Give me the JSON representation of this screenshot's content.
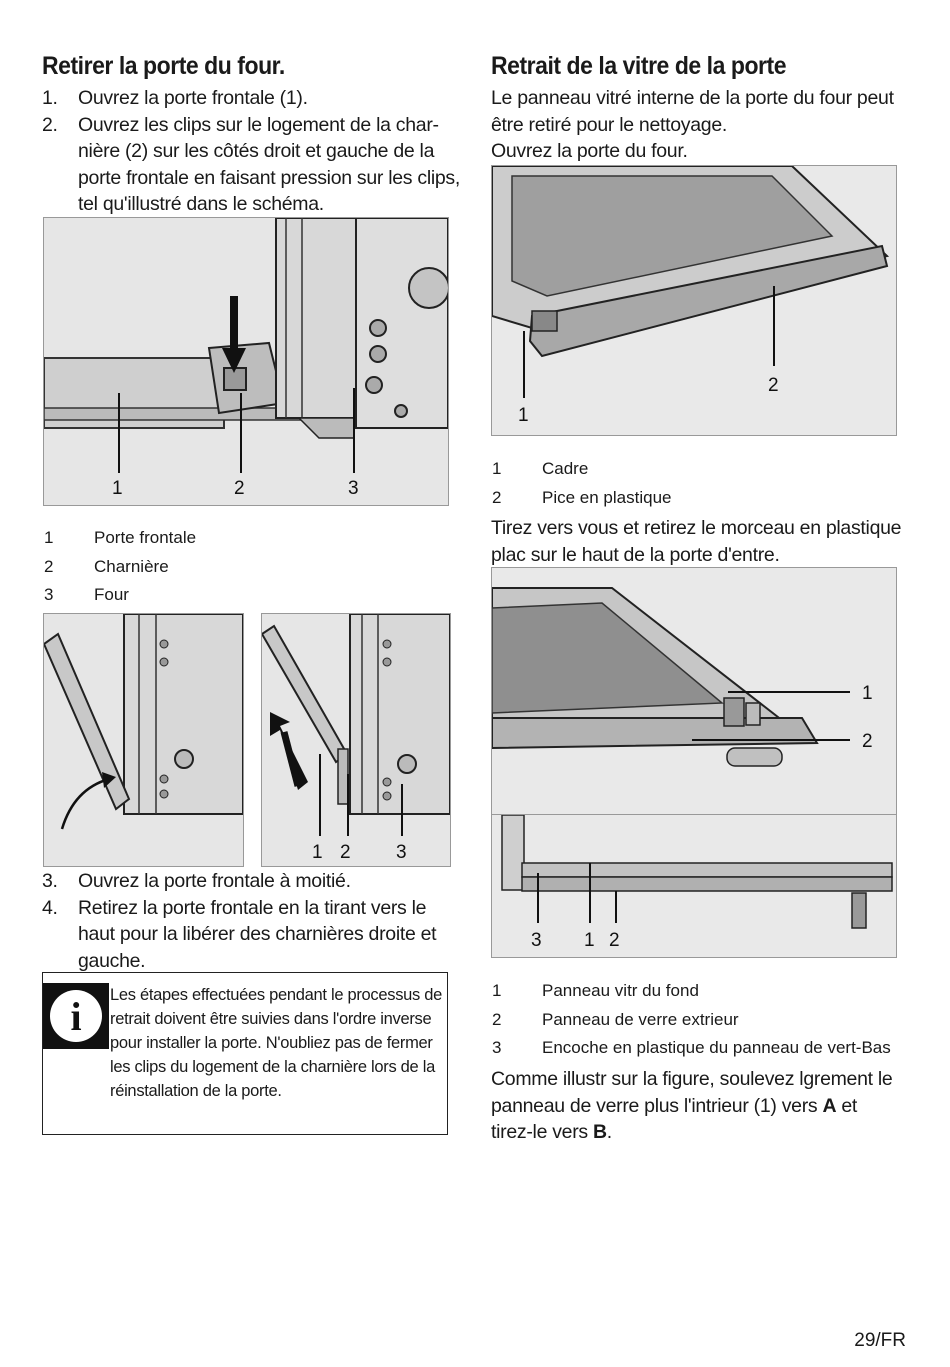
{
  "left": {
    "title": "Retirer la porte du four.",
    "steps_a": [
      {
        "num": "1.",
        "text": "Ouvrez la porte frontale (1)."
      },
      {
        "num": "2.",
        "text": "Ouvrez les clips sur le logement de la char-nière (2) sur les côtés droit et gauche de la porte frontale en faisant pression sur les clips, tel qu'illustré dans le schéma."
      }
    ],
    "figure1_callouts": [
      "1",
      "2",
      "3"
    ],
    "legend1": [
      {
        "n": "1",
        "label": "Porte frontale"
      },
      {
        "n": "2",
        "label": "Charnière"
      },
      {
        "n": "3",
        "label": "Four"
      }
    ],
    "figure3_callouts": [
      "1",
      "2",
      "3"
    ],
    "steps_b": [
      {
        "num": "3.",
        "text": "Ouvrez la porte frontale à moitié."
      },
      {
        "num": "4.",
        "text": "Retirez la porte frontale en la tirant vers le haut pour la libérer des charnières droite et gauche."
      }
    ],
    "note": "Les étapes effectuées pendant le processus de retrait doivent être suivies dans l'ordre inverse pour installer la porte. N'oubliez pas de fermer les clips du logement de la charnière lors de la réinstallation de la porte.",
    "note_icon_letter": "i"
  },
  "right": {
    "title": "Retrait de la vitre de la porte",
    "intro": "Le panneau vitré interne de la porte du four peut être retiré pour le nettoyage.",
    "open_door": "Ouvrez la porte du four.",
    "figure4_callouts": [
      "1",
      "2"
    ],
    "legend2": [
      {
        "n": "1",
        "label": "Cadre"
      },
      {
        "n": "2",
        "label": "Pice en plastique"
      }
    ],
    "pull_text": "Tirez vers vous et retirez le morceau en plastique plac sur le haut de la porte d'entre.",
    "figure5_callouts": [
      "1",
      "2"
    ],
    "figure6_callouts": [
      "3",
      "1",
      "2"
    ],
    "legend3": [
      {
        "n": "1",
        "label": "Panneau vitr du fond"
      },
      {
        "n": "2",
        "label": "Panneau de verre extrieur"
      },
      {
        "n": "3",
        "label": "Encoche en plastique du panneau de vert-Bas"
      }
    ],
    "final_pre": "Comme illustr sur la figure, soulevez lgrement le panneau de verre plus l'intrieur (1) vers",
    "final_a": "A",
    "final_mid": "et tirez-le vers",
    "final_b": "B",
    "final_end": "."
  },
  "page_number": "29/FR"
}
